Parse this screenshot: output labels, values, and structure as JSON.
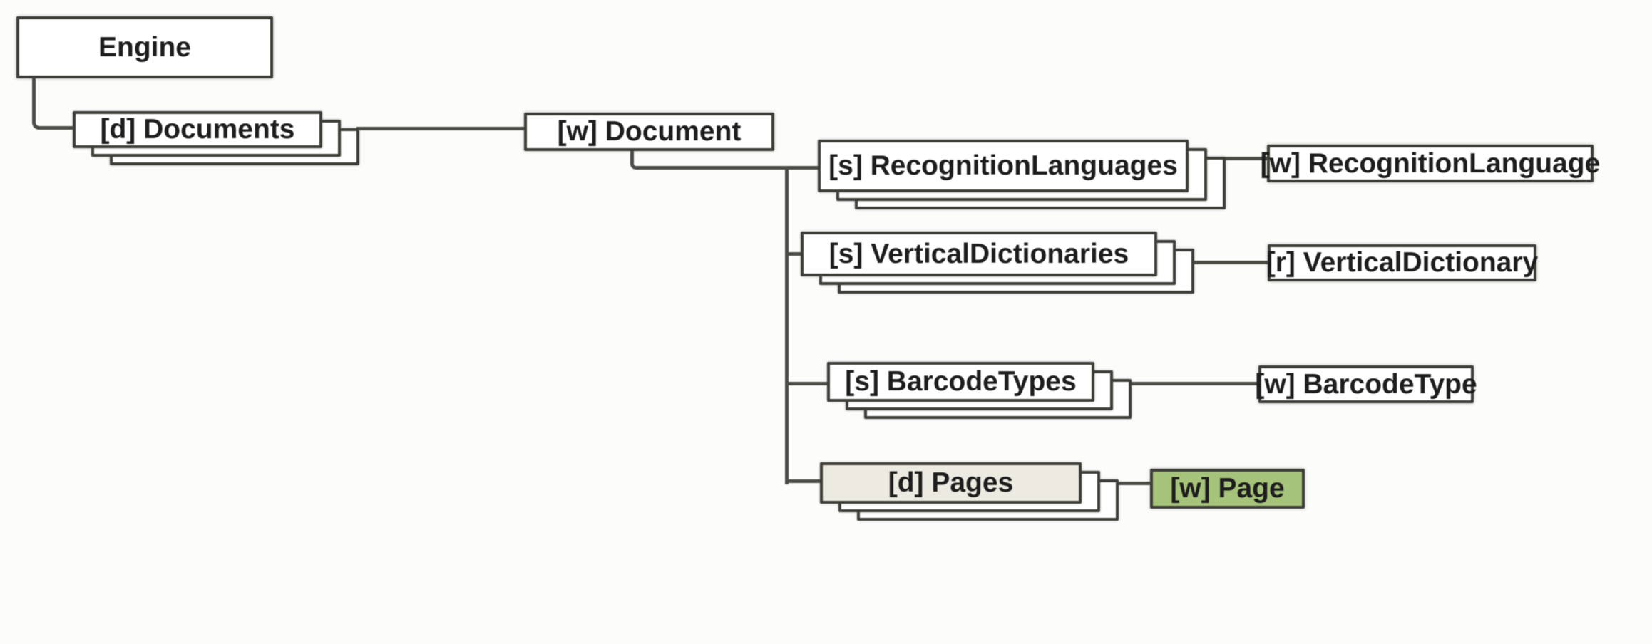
{
  "diagram": {
    "nodes": {
      "engine": {
        "label": "Engine",
        "kind": "object"
      },
      "documents": {
        "label": "[d] Documents",
        "kind": "collection"
      },
      "document": {
        "label": "[w] Document",
        "kind": "object"
      },
      "recognition_languages": {
        "label": "[s] RecognitionLanguages",
        "kind": "collection"
      },
      "recognition_language": {
        "label": "[w] RecognitionLanguage",
        "kind": "object"
      },
      "vertical_dictionaries": {
        "label": "[s] VerticalDictionaries",
        "kind": "collection"
      },
      "vertical_dictionary": {
        "label": "[r] VerticalDictionary",
        "kind": "object"
      },
      "barcode_types": {
        "label": "[s] BarcodeTypes",
        "kind": "collection"
      },
      "barcode_type": {
        "label": "[w] BarcodeType",
        "kind": "object"
      },
      "pages": {
        "label": "[d] Pages",
        "kind": "collection"
      },
      "page": {
        "label": "[w] Page",
        "kind": "object-highlighted"
      }
    },
    "edges": [
      {
        "from": "engine",
        "to": "documents"
      },
      {
        "from": "documents",
        "to": "document"
      },
      {
        "from": "document",
        "to": "recognition_languages"
      },
      {
        "from": "document",
        "to": "vertical_dictionaries"
      },
      {
        "from": "document",
        "to": "barcode_types"
      },
      {
        "from": "document",
        "to": "pages"
      },
      {
        "from": "recognition_languages",
        "to": "recognition_language"
      },
      {
        "from": "vertical_dictionaries",
        "to": "vertical_dictionary"
      },
      {
        "from": "barcode_types",
        "to": "barcode_type"
      },
      {
        "from": "pages",
        "to": "page"
      }
    ],
    "colors": {
      "pages_fill": "#edeae1",
      "page_fill": "#a6c37b",
      "line": "#4c4c47",
      "border": "#3e3e39"
    }
  }
}
